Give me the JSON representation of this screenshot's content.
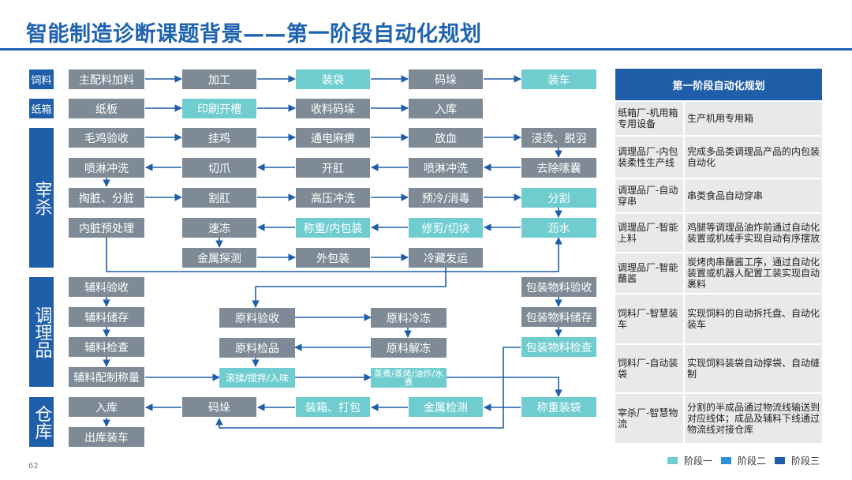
{
  "title": "智能制造诊断课题背景——第一阶段自动化规划",
  "page_number": "62",
  "colors": {
    "accent": "#1f5ea8",
    "stage1": "#6fcdd0",
    "stage2": "#2a90d8",
    "stage3": "#1f5ea8",
    "process_gray": "#7e8b96"
  },
  "sections": {
    "feed": "饲料",
    "carton": "纸箱",
    "slaughter": "宰杀",
    "prepared": "调理品",
    "warehouse": "仓库"
  },
  "flow": {
    "feed": [
      "主配料加料",
      "加工",
      "装袋",
      "码垛",
      "装车"
    ],
    "carton": [
      "纸板",
      "印刷开槽",
      "收料码垛",
      "入库"
    ],
    "slaughter": {
      "row1": [
        "毛鸡验收",
        "挂鸡",
        "通电麻痹",
        "放血",
        "浸烫、脱羽"
      ],
      "row2": [
        "喷淋冲洗",
        "切爪",
        "开肛",
        "喷淋冲洗",
        "去除嗉囊"
      ],
      "row3": [
        "掏脏、分脏",
        "割肛",
        "高压冲洗",
        "预冷/消毒",
        "分割"
      ],
      "row4": [
        "内脏预处理",
        "速冻",
        "称重/内包装",
        "修剪/切块",
        "沥水"
      ],
      "row5": [
        "金属探测",
        "外包装",
        "冷藏发运"
      ]
    },
    "prepared": {
      "aux": [
        "辅料验收",
        "辅料储存",
        "辅料检查",
        "辅料配制称量"
      ],
      "raw": [
        "原料验收",
        "原料冷冻",
        "原料检品",
        "原料解冻"
      ],
      "pkg": [
        "包装物料验收",
        "包装物料储存",
        "包装物料检查"
      ],
      "mix": "滚揉/搅拌/入味",
      "cook": "蒸煮/蒸烤/油炸/水煮"
    },
    "warehouse": {
      "row1": [
        "入库",
        "码垛",
        "装箱、打包",
        "金属检测",
        "称重装袋"
      ],
      "row2": [
        "出库装车"
      ]
    }
  },
  "panel": {
    "header": "第一阶段自动化规划",
    "rows": [
      {
        "left": "纸箱厂-机用箱专用设备",
        "right": "生产机用专用箱"
      },
      {
        "left": "调理品厂-内包装柔性生产线",
        "right": "完成多品类调理品产品的内包装自动化"
      },
      {
        "left": "调理品厂-自动穿串",
        "right": "串类食品自动穿串"
      },
      {
        "left": "调理品厂-智能上料",
        "right": "鸡腿等调理品油炸前通过自动化装置或机械手实现自动有序摆放"
      },
      {
        "left": "调理品厂-智能蘸酱",
        "right": "炭烤肉串蘸酱工序，通过自动化装置或机器人配置工装实现自动裹料"
      },
      {
        "left": "饲料厂-智慧装车",
        "right": "实现饲料的自动拆托盘、自动化装车"
      },
      {
        "left": "饲料厂-自动装袋",
        "right": "实现饲料装袋自动撑袋、自动缝制"
      },
      {
        "left": "宰杀厂-智慧物流",
        "right": "分割的半成品通过物流线输送到对应线体；成品及辅料下线通过物流线对接仓库"
      }
    ]
  },
  "legend": [
    "阶段一",
    "阶段二",
    "阶段三"
  ]
}
